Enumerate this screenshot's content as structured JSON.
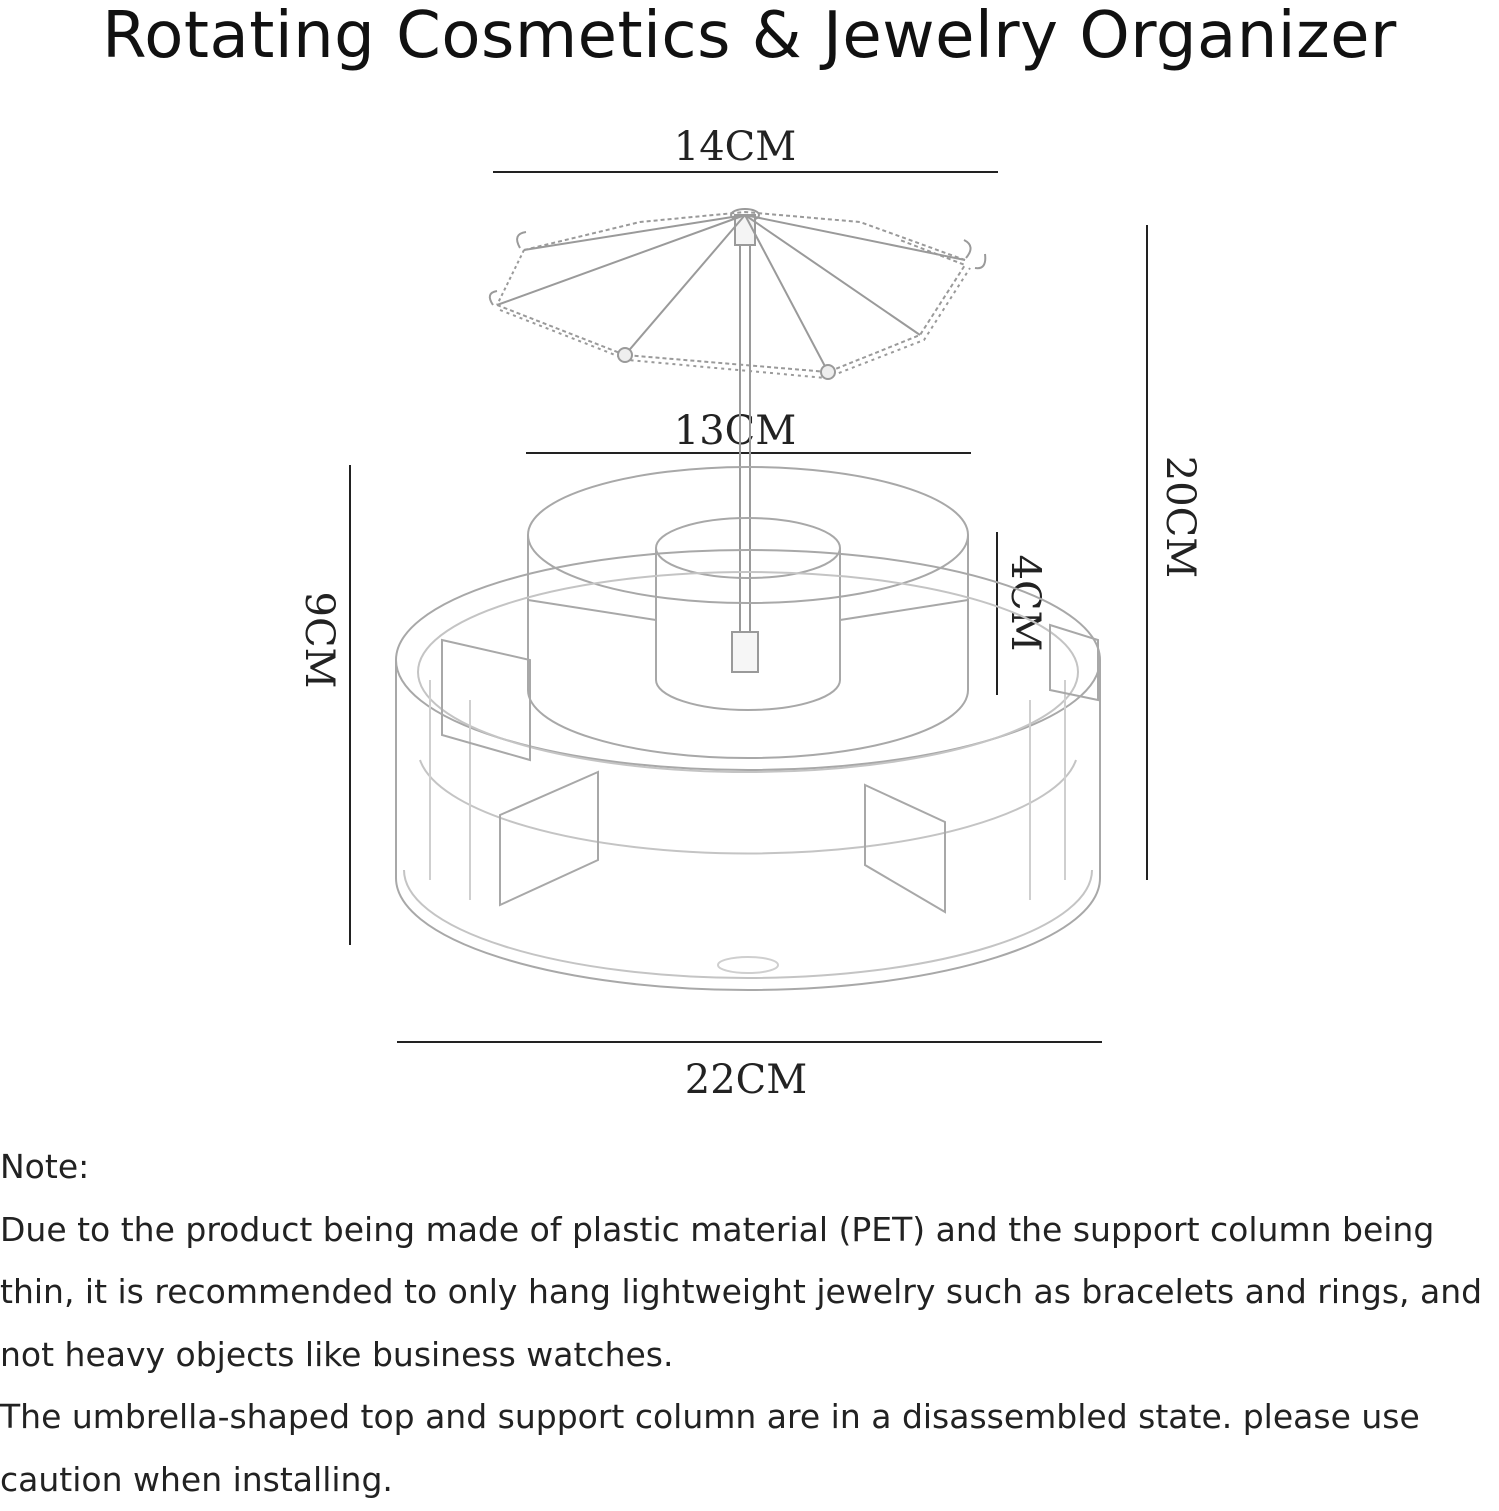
{
  "title": "Rotating Cosmetics & Jewelry Organizer",
  "dimensions": {
    "top_width": "14CM",
    "middle_width": "13CM",
    "total_height": "20CM",
    "base_height": "9CM",
    "inner_height": "4CM",
    "base_width": "22CM"
  },
  "note": {
    "heading": "Note:",
    "paragraph1": "Due to the product being made of plastic material (PET) and the support column being thin, it is recommended to only hang lightweight jewelry such as bracelets and rings, and not heavy objects like business watches.",
    "paragraph2": "The umbrella-shaped top and support column are in a disassembled state. please use caution when installing."
  }
}
